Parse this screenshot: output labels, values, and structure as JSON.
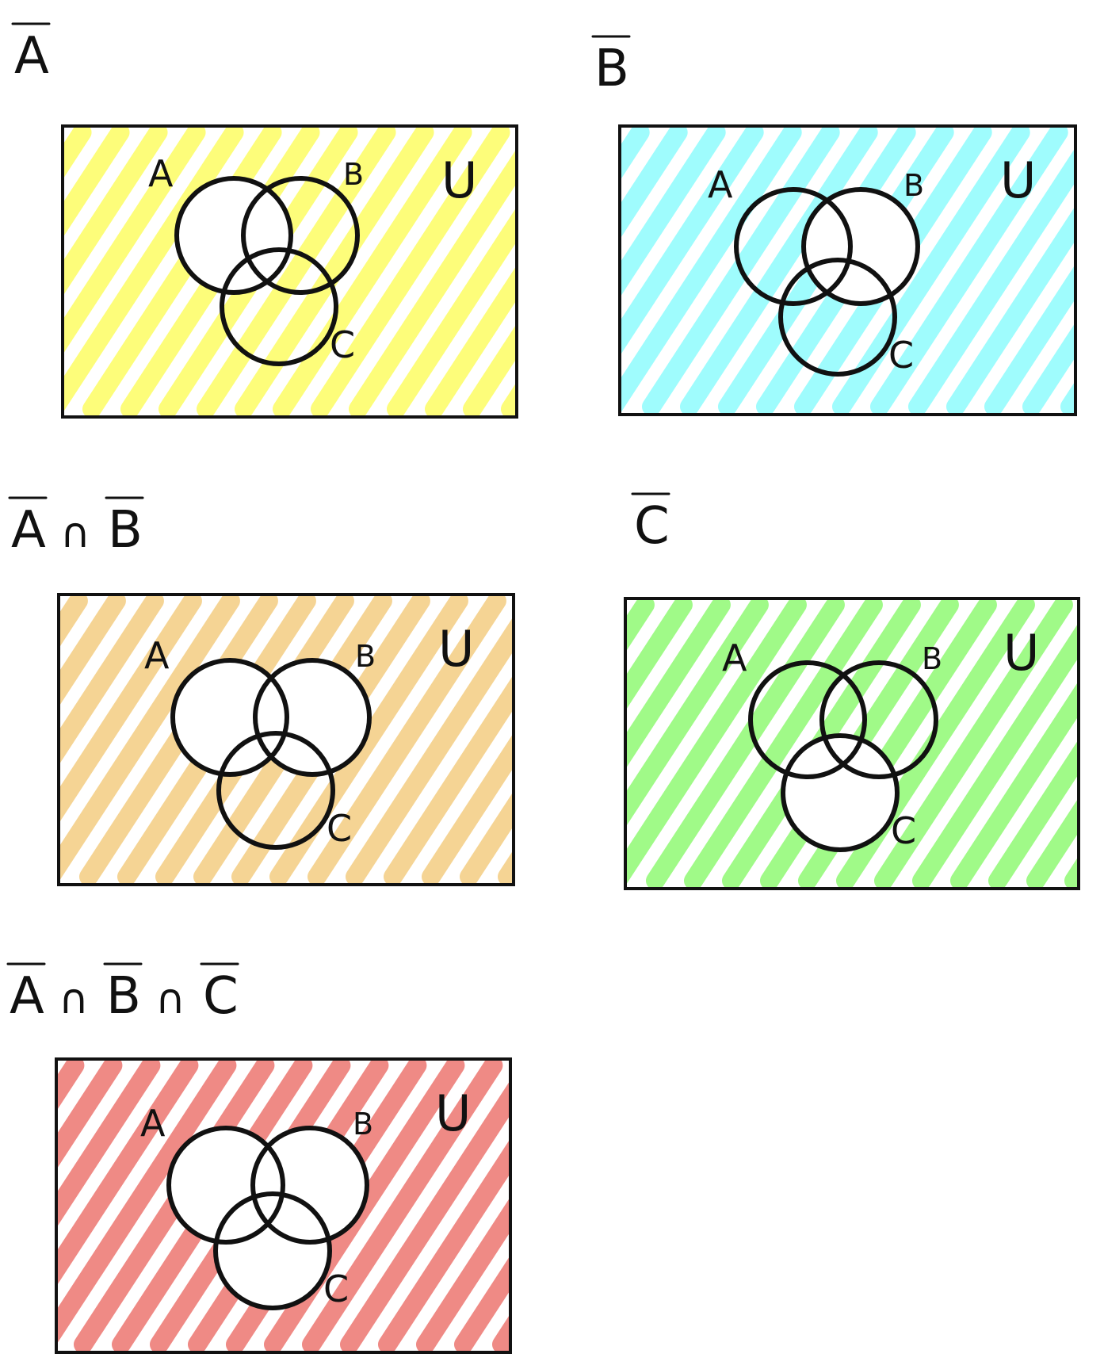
{
  "panels": [
    {
      "id": "not-a",
      "title": {
        "base": [
          "A"
        ],
        "ops": []
      },
      "stroke_color": "#fdfd7a",
      "set_labels": {
        "a": "A",
        "b": "B",
        "c": "C",
        "u": "U"
      },
      "shaded": "everything outside A"
    },
    {
      "id": "not-b",
      "title": {
        "base": [
          "B"
        ],
        "ops": []
      },
      "stroke_color": "#9ffcfd",
      "set_labels": {
        "a": "A",
        "b": "B",
        "c": "C",
        "u": "U"
      },
      "shaded": "everything outside B"
    },
    {
      "id": "not-a-and-not-b",
      "title": {
        "base": [
          "A",
          "B"
        ],
        "ops": [
          "∩"
        ]
      },
      "stroke_color": "#f5d494",
      "set_labels": {
        "a": "A",
        "b": "B",
        "c": "C",
        "u": "U"
      },
      "shaded": "outside A and outside B"
    },
    {
      "id": "not-c",
      "title": {
        "base": [
          "C"
        ],
        "ops": []
      },
      "stroke_color": "#a0fa88",
      "set_labels": {
        "a": "A",
        "b": "B",
        "c": "C",
        "u": "U"
      },
      "shaded": "everything outside C"
    },
    {
      "id": "not-a-and-not-b-and-not-c",
      "title": {
        "base": [
          "A",
          "B",
          "C"
        ],
        "ops": [
          "∩",
          "∩"
        ]
      },
      "stroke_color": "#ef8a85",
      "set_labels": {
        "a": "A",
        "b": "B",
        "c": "C",
        "u": "U"
      },
      "shaded": "outside A, B and C"
    }
  ]
}
